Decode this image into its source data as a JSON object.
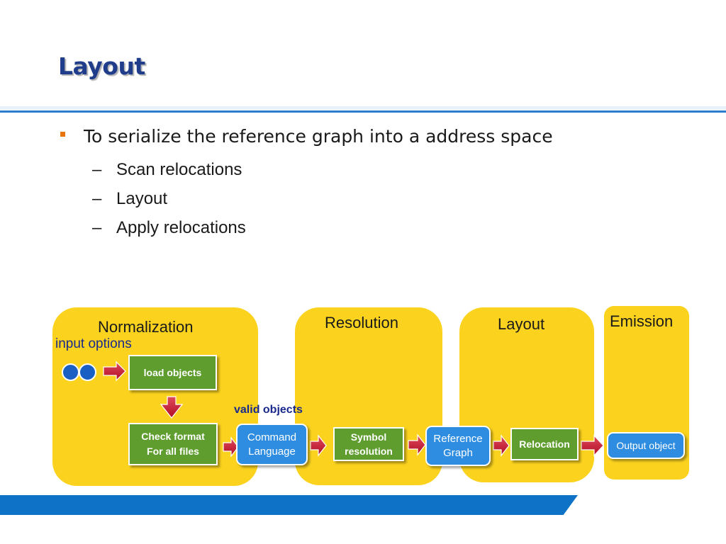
{
  "slide": {
    "title": "Layout",
    "bullet": "To serialize the reference graph into a address space",
    "sub_bullets": [
      "Scan relocations",
      "Layout",
      "Apply relocations"
    ],
    "sub_dash": "–"
  },
  "diagram": {
    "stages": {
      "normalization": "Normalization",
      "resolution": "Resolution",
      "layout": "Layout",
      "emission": "Emission"
    },
    "labels": {
      "input_options": "input options",
      "valid_objects": "valid objects"
    },
    "boxes": {
      "load_objects": "load objects",
      "check_format_1": "Check format",
      "check_format_2": "For all files",
      "command_1": "Command",
      "command_2": "Language",
      "symbol_1": "Symbol",
      "symbol_2": "resolution",
      "reference_1": "Reference",
      "reference_2": "Graph",
      "relocation": "Relocation",
      "output_object": "Output object"
    },
    "colors": {
      "stage_fill": "#fbd31f",
      "green_box": "#5e9d2e",
      "blue_box": "#2e8de0",
      "arrow_red": "#c8102e",
      "title_blue": "#1f3d8a",
      "valid_objects_blue": "#1a2a8c"
    }
  }
}
